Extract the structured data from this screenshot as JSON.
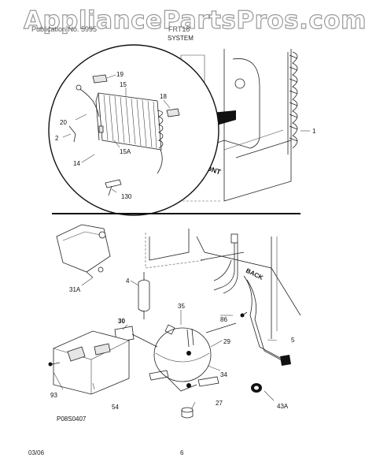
{
  "watermark": "AppliancePartsPros.com",
  "header": {
    "left": "Publication No. 5995",
    "right": "FRT18",
    "section": "SYSTEM"
  },
  "callouts": {
    "c19": "19",
    "c15": "15",
    "c18": "18",
    "c20": "20",
    "c2": "2",
    "c15A": "15A",
    "c14": "14",
    "c130": "130",
    "c1": "1",
    "c31A": "31A",
    "c4": "4",
    "c35": "35",
    "c30": "30",
    "c86": "86",
    "c29": "29",
    "c5": "5",
    "c34": "34",
    "c93": "93",
    "c54": "54",
    "c27": "27",
    "c43A": "43A"
  },
  "labels": {
    "front": "FRONT",
    "back": "BACK"
  },
  "drawing_code": "P08S0407",
  "footer": {
    "date": "03/06",
    "page": "6"
  }
}
